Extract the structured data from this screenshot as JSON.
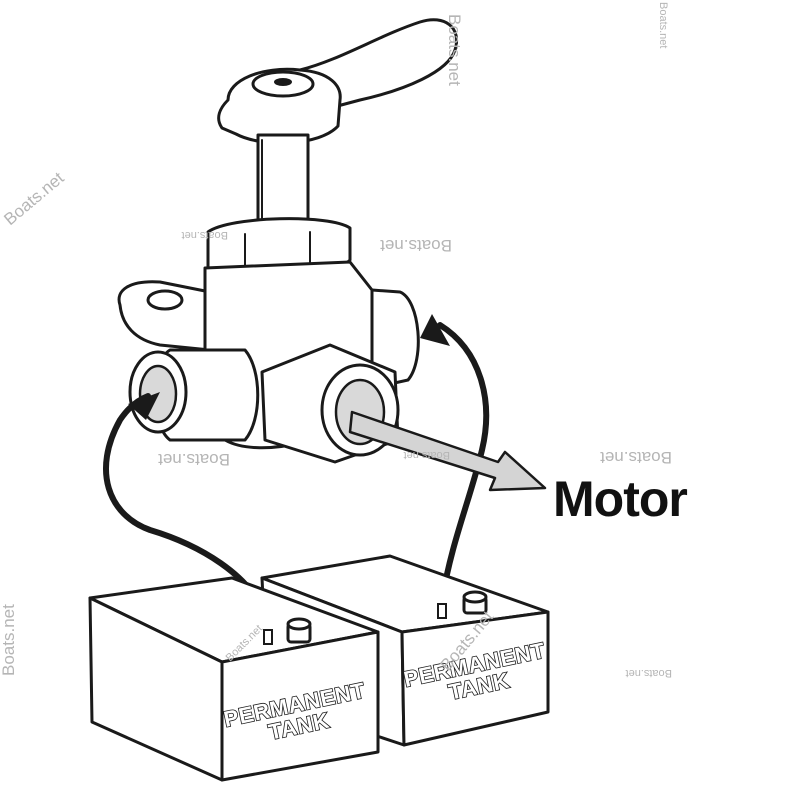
{
  "diagram": {
    "destination_label": "Motor",
    "tank_left": {
      "line1": "PERMANENT",
      "line2": "TANK"
    },
    "tank_right": {
      "line1": "PERMANENT",
      "line2": "TANK"
    },
    "watermark": "Boats.net"
  }
}
